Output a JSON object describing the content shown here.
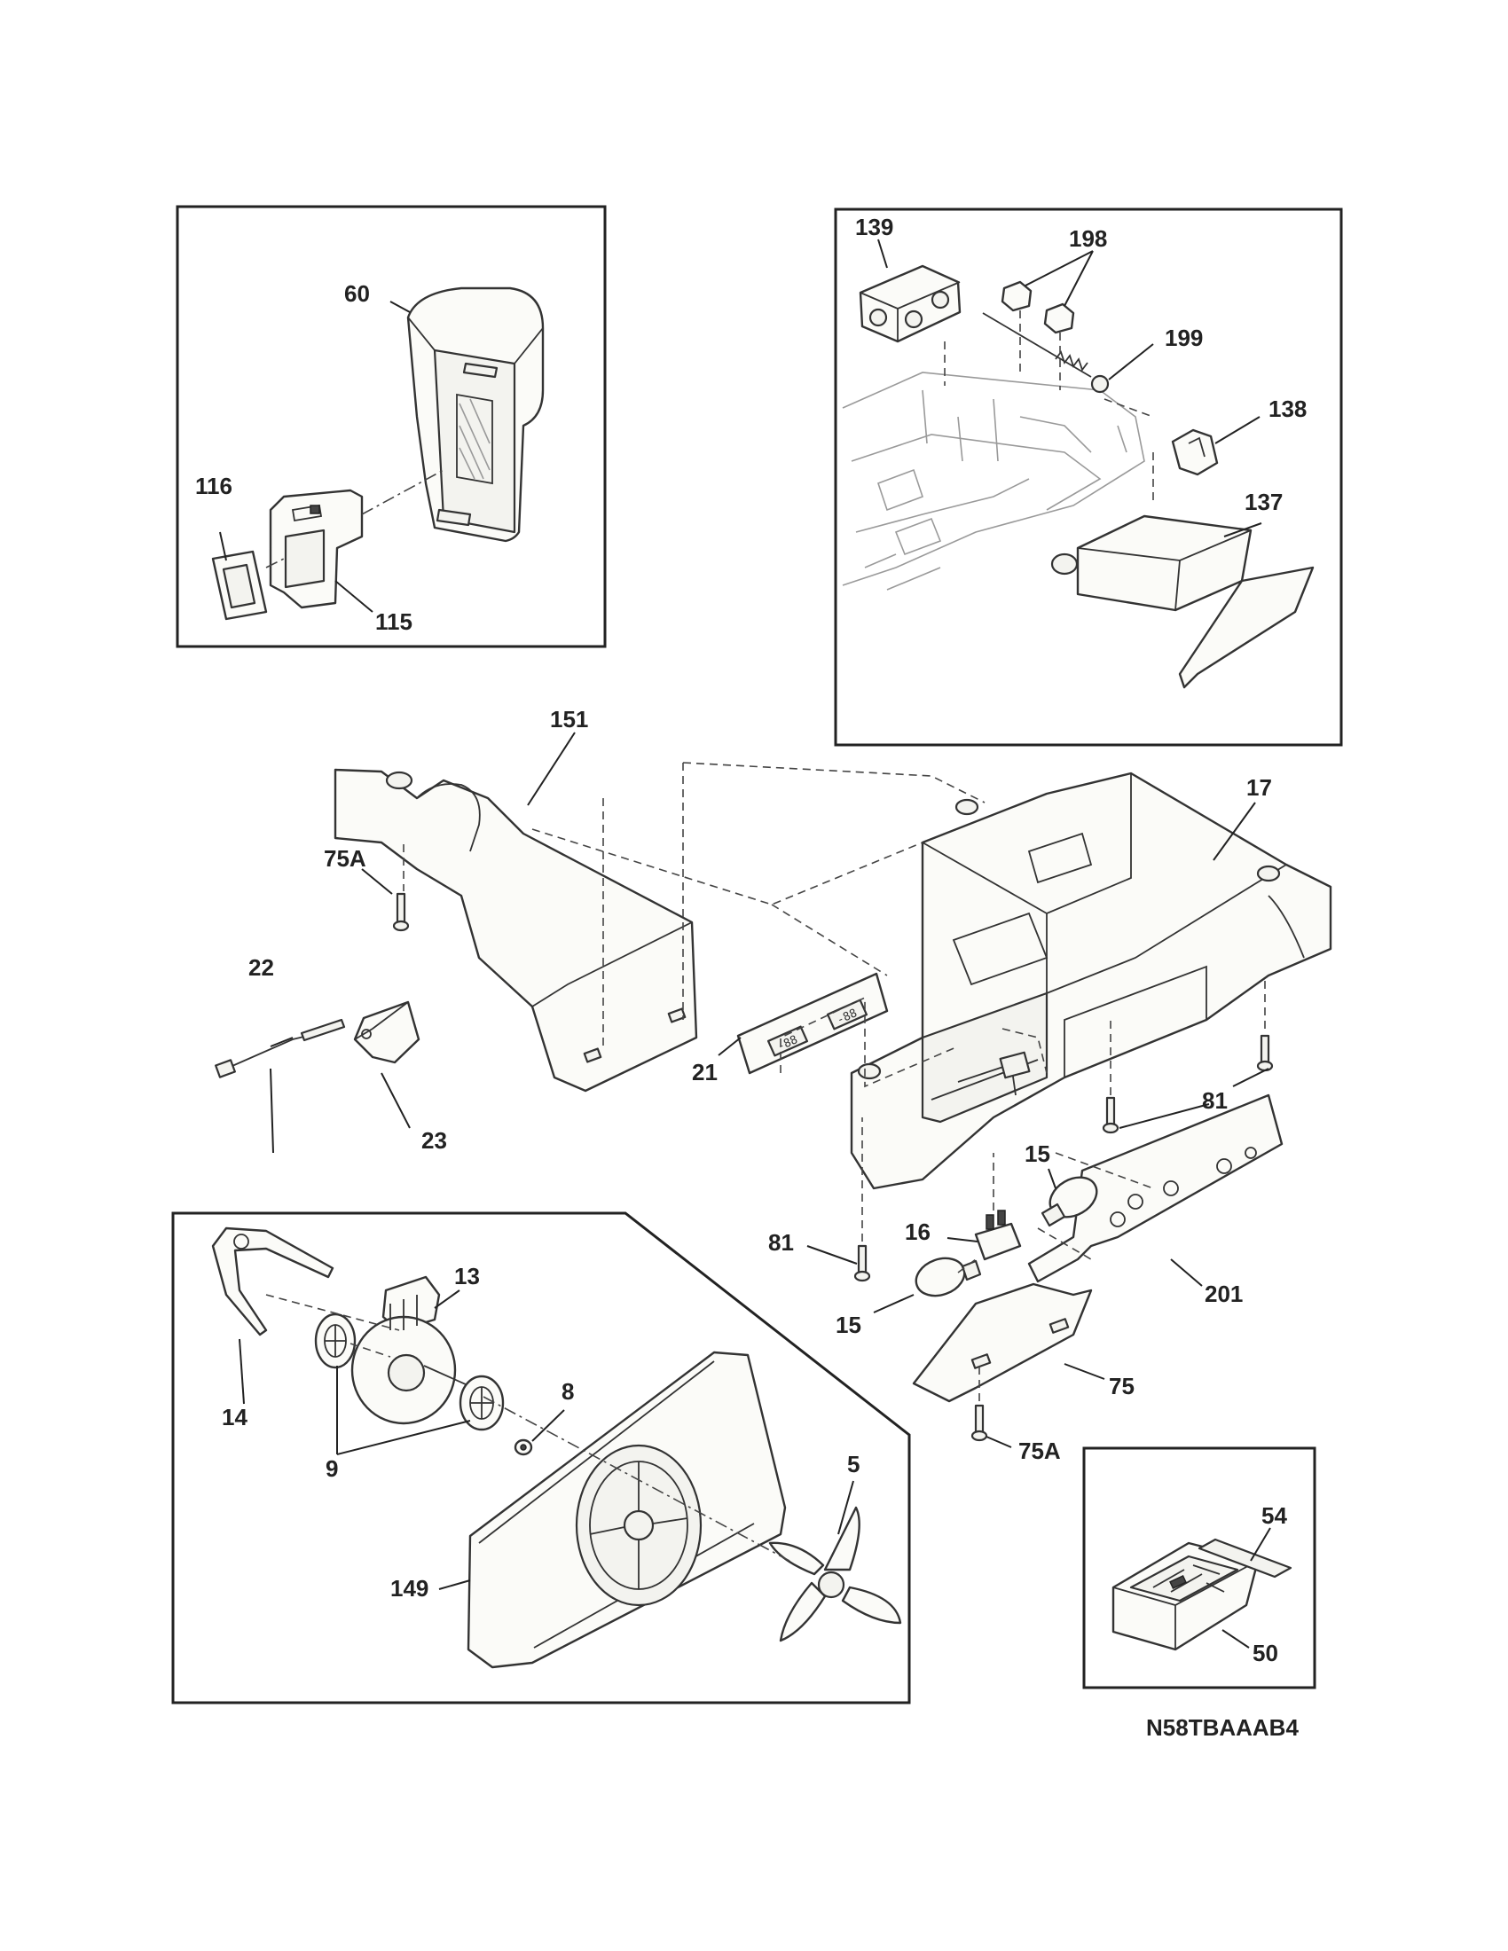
{
  "diagram_code": "N58TBAAAB4",
  "callouts": {
    "c60": "60",
    "c116": "116",
    "c115": "115",
    "c139": "139",
    "c198": "198",
    "c199": "199",
    "c138": "138",
    "c137": "137",
    "c151": "151",
    "c17": "17",
    "c75a_top": "75A",
    "c22": "22",
    "c23": "23",
    "c21": "21",
    "c81_right": "81",
    "c15_top": "15",
    "c16": "16",
    "c81_left": "81",
    "c201": "201",
    "c15_bottom": "15",
    "c75": "75",
    "c75a_bottom": "75A",
    "c13": "13",
    "c14": "14",
    "c8": "8",
    "c9": "9",
    "c5": "5",
    "c149": "149",
    "c54": "54",
    "c50": "50"
  }
}
